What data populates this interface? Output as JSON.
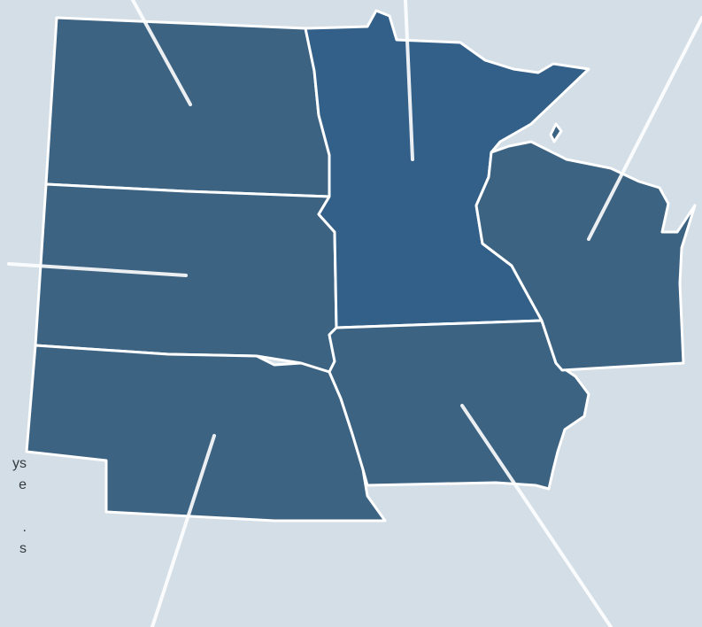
{
  "map": {
    "colors": {
      "background": "#d3dee6",
      "state_fill": "#3d6383",
      "state_fill_dark": "#336088",
      "border": "#ffffff"
    },
    "regions": [
      {
        "id": "north-dakota",
        "fill": "#3d6383"
      },
      {
        "id": "south-dakota",
        "fill": "#3d6383"
      },
      {
        "id": "nebraska",
        "fill": "#3d6383"
      },
      {
        "id": "minnesota",
        "fill": "#336088"
      },
      {
        "id": "iowa",
        "fill": "#3d6383"
      },
      {
        "id": "wisconsin",
        "fill": "#3d6383"
      }
    ]
  },
  "side_text": {
    "lines": [
      "ys",
      "e",
      "",
      ".",
      "s"
    ]
  }
}
